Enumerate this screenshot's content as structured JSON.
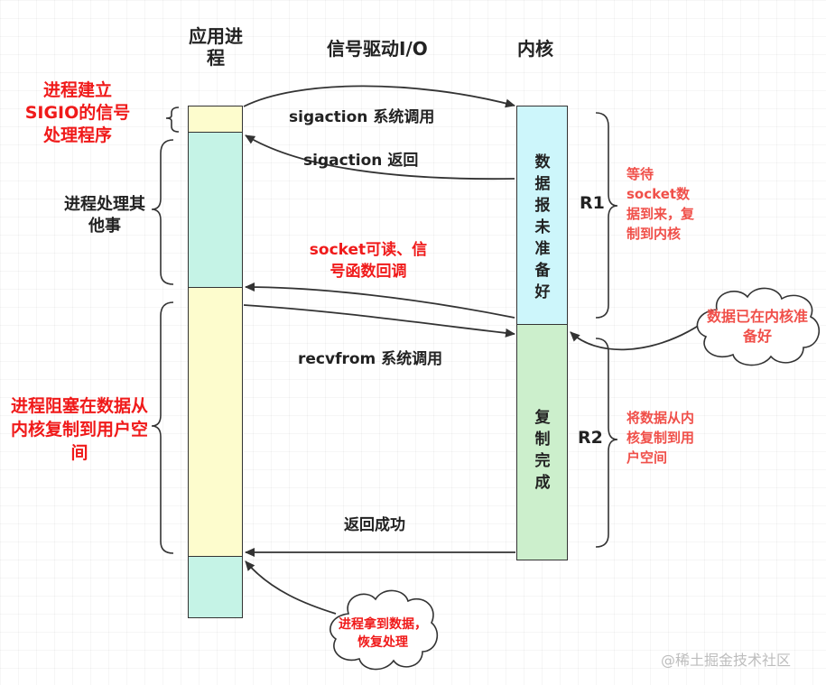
{
  "header": {
    "app_process": "应用进程",
    "title": "信号驱动I/O",
    "kernel": "内核"
  },
  "left_annotations": {
    "setup_sigio": "进程建立SIGIO的信号处理程序",
    "do_other": "进程处理其他事",
    "blocked_copy": "进程阻塞在数据从内核复制到用户空间"
  },
  "messages": {
    "sigaction_call": "sigaction 系统调用",
    "sigaction_return": "sigaction 返回",
    "signal_ready": "socket可读、信号函数回调",
    "recvfrom_call": "recvfrom 系统调用",
    "return_success": "返回成功"
  },
  "kernel_boxes": {
    "not_ready": "数据报未准备好",
    "copy_done": "复制完成"
  },
  "phases": {
    "r1_label": "R1",
    "r1_desc": "等待socket数据到来，复制到内核",
    "r2_label": "R2",
    "r2_desc": "将数据从内核复制到用户空间"
  },
  "bubbles": {
    "kernel_ready": "数据已在内核准备好",
    "process_resume": "进程拿到数据，恢复处理"
  },
  "watermark": "@稀土掘金技术社区",
  "colors": {
    "yellow": "#fdfccd",
    "teal": "#c5f3e6",
    "cyan": "#cdf6fb",
    "green": "#ccefcc",
    "red": "#f01a1a",
    "salmon": "#f0504a"
  }
}
